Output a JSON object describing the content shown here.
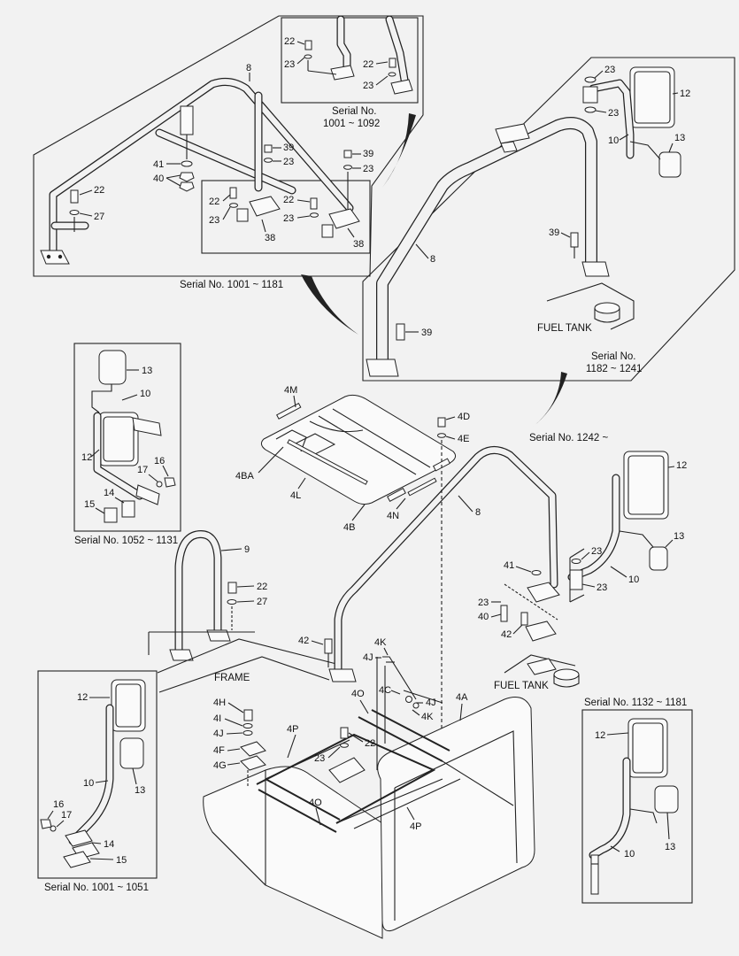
{
  "captions": {
    "serial_1001_1092_a": "Serial No.",
    "serial_1001_1092_b": "1001 ~ 1092",
    "serial_1001_1181": "Serial No. 1001 ~ 1181",
    "serial_1182_1241_a": "Serial No.",
    "serial_1182_1241_b": "1182 ~ 1241",
    "serial_1242": "Serial No. 1242 ~",
    "serial_1052_1131": "Serial No. 1052 ~ 1131",
    "serial_1132_1181": "Serial No. 1132 ~ 1181",
    "serial_1001_1051": "Serial No. 1001 ~ 1051",
    "fuel_tank_a": "FUEL TANK",
    "fuel_tank_b": "FUEL TANK",
    "frame": "FRAME"
  },
  "labels": {
    "p8": "8",
    "p22": "22",
    "p23": "23",
    "p39": "39",
    "p41": "41",
    "p40": "40",
    "p27": "27",
    "p38": "38",
    "p12": "12",
    "p13": "13",
    "p10": "10",
    "p9": "9",
    "p14": "14",
    "p15": "15",
    "p16": "16",
    "p17": "17",
    "p42": "42",
    "p4M": "4M",
    "p4BA": "4BA",
    "p4L": "4L",
    "p4B": "4B",
    "p4N": "4N",
    "p4D": "4D",
    "p4E": "4E",
    "p4K": "4K",
    "p4J": "4J",
    "p4C": "4C",
    "p4H": "4H",
    "p4I": "4I",
    "p4F": "4F",
    "p4G": "4G",
    "p4P": "4P",
    "p4O": "4O",
    "p4A": "4A"
  }
}
